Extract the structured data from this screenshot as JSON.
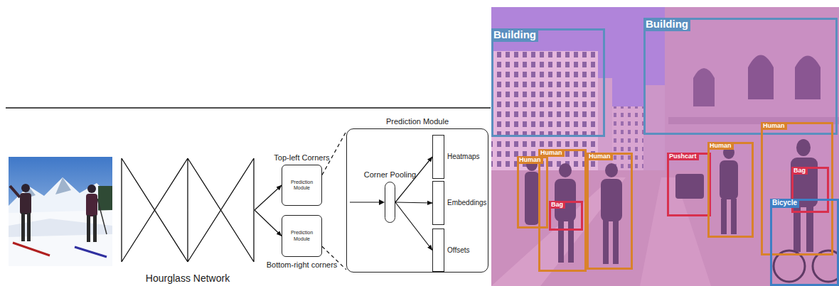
{
  "diagram": {
    "nodes": [
      {
        "text": [
          "Hourglass Network"
        ]
      },
      {
        "text": [
          "Top-left Corners",
          "Prediction Module"
        ]
      },
      {
        "text": [
          "Prediction Module",
          "Bottom-right corners"
        ]
      },
      {
        "text": [
          "Prediction Module"
        ]
      },
      {
        "text": [
          "Corner Pooling"
        ],
        "in": 3
      },
      {
        "text": [
          "Heatmaps"
        ],
        "in": 3
      },
      {
        "text": [
          "Embeddings"
        ],
        "in": 3
      },
      {
        "text": [
          "Offsets"
        ],
        "in": 3
      },
      {
        "text": [
          "Building"
        ]
      },
      {
        "text": [
          "Building"
        ]
      },
      {
        "text": [
          "Human"
        ]
      },
      {
        "text": [
          "Human"
        ]
      },
      {
        "text": [
          "Bag"
        ],
        "in": 11
      },
      {
        "text": [
          "Human"
        ]
      },
      {
        "text": [
          "Pushcart"
        ]
      },
      {
        "text": [
          "Human"
        ]
      },
      {
        "text": [
          "Human"
        ]
      },
      {
        "text": [
          "Bag"
        ],
        "in": 16
      },
      {
        "text": [
          "Bicycle"
        ]
      }
    ],
    "edges": [
      {
        "from": 0,
        "to": 1,
        "arrow": "to"
      },
      {
        "from": 0,
        "to": 2,
        "arrow": "to"
      },
      {
        "from": 1,
        "to": 3,
        "arrow": "none"
      },
      {
        "from": 2,
        "to": 3,
        "arrow": "none"
      },
      {
        "from": 4,
        "to": 5,
        "arrow": "to"
      },
      {
        "from": 4,
        "to": 6,
        "arrow": "to"
      },
      {
        "from": 4,
        "to": 7,
        "arrow": "to"
      }
    ]
  }
}
